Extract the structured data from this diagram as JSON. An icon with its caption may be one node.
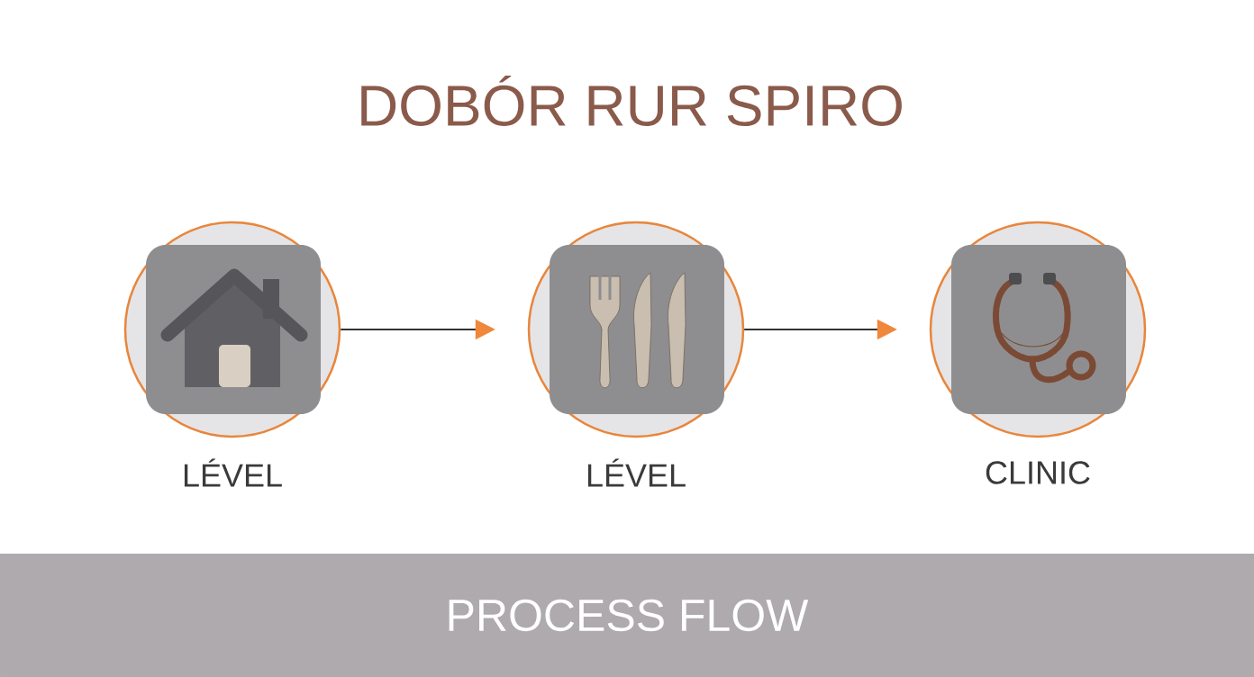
{
  "diagram": {
    "title": "DOBÓR RUR SPIRO",
    "nodes": [
      {
        "text": [
          "LÉVEL"
        ]
      },
      {
        "text": [
          "LÉVEL"
        ]
      },
      {
        "text": [
          "CLINIC"
        ]
      },
      {
        "text": [
          "PROCESS FLOW"
        ]
      }
    ],
    "edges": [
      {
        "from": 0,
        "to": 1,
        "arrow": "to"
      },
      {
        "from": 1,
        "to": 2,
        "arrow": "to"
      }
    ]
  }
}
